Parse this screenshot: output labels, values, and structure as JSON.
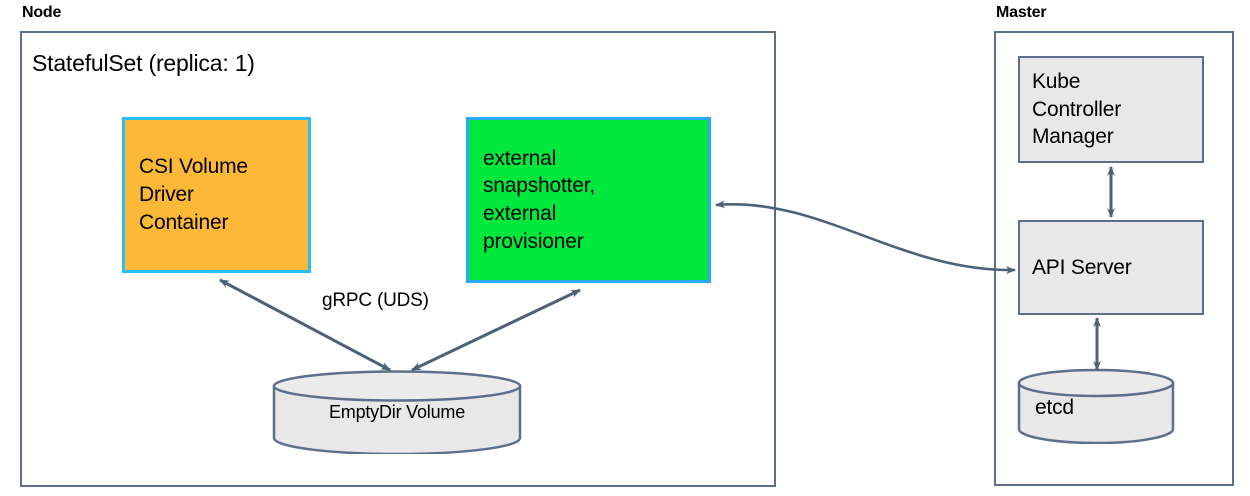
{
  "diagram": {
    "title_node": "Node",
    "title_master": "Master",
    "statefulset_label": "StatefulSet (replica: 1)",
    "nodes": {
      "csi_driver": {
        "lines": [
          "CSI Volume",
          "Driver",
          "Container"
        ],
        "fill": "#fbb937",
        "stroke": "#29c0f5"
      },
      "external_sidecars": {
        "lines": [
          "external",
          "snapshotter,",
          "external",
          "provisioner"
        ],
        "fill": "#00e83c",
        "stroke": "#29a8f5"
      },
      "emptydir": {
        "label": "EmptyDir Volume",
        "fill": "#e8e8e8",
        "stroke": "#5c6f8c"
      },
      "kube_controller_manager": {
        "lines": [
          "Kube",
          "Controller",
          "Manager"
        ],
        "fill": "#e8e8e8",
        "stroke": "#5c6f8c"
      },
      "api_server": {
        "lines": [
          "API Server"
        ],
        "fill": "#e8e8e8",
        "stroke": "#5c6f8c"
      },
      "etcd": {
        "label": "etcd",
        "fill": "#e8e8e8",
        "stroke": "#5c6f8c"
      }
    },
    "edges": {
      "grpc_label": "gRPC (UDS)"
    },
    "colors": {
      "container_border": "#5c6f8c",
      "arrow": "#4c6277",
      "background": "#ffffff"
    }
  }
}
